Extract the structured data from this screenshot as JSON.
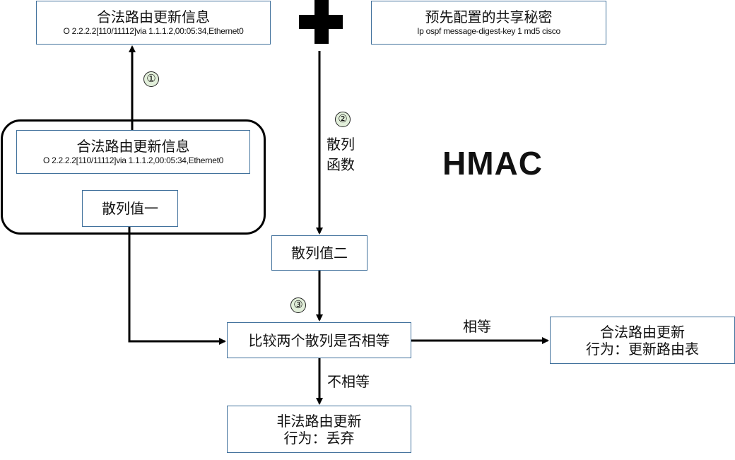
{
  "top_legit_update": {
    "title": "合法路由更新信息",
    "route_entry": "O 2.2.2.2[110/11112]via 1.1.1.2,00:05:34,Ethernet0"
  },
  "shared_secret": {
    "title": "预先配置的共享秘密",
    "command": "Ip ospf message-digest-key 1 md5 cisco"
  },
  "plus_symbol": "plus-icon",
  "steps": [
    "①",
    "②",
    "③"
  ],
  "hash_function_label": [
    "散列",
    "函数"
  ],
  "hmac_label": "HMAC",
  "packet_group": {
    "update": {
      "title": "合法路由更新信息",
      "route_entry": "O 2.2.2.2[110/11112]via 1.1.1.2,00:05:34,Ethernet0"
    },
    "hash_one": "散列值一"
  },
  "hash_two": "散列值二",
  "compare": "比较两个散列是否相等",
  "equal_label": "相等",
  "not_equal_label": "不相等",
  "legit_result": {
    "line1": "合法路由更新",
    "line2": "行为：更新路由表"
  },
  "illegal_result": {
    "line1": "非法路由更新",
    "line2": "行为：丢弃"
  },
  "colors": {
    "box_border": "#41719c",
    "step_circle_fill": "#e2efda",
    "line": "#000000"
  }
}
